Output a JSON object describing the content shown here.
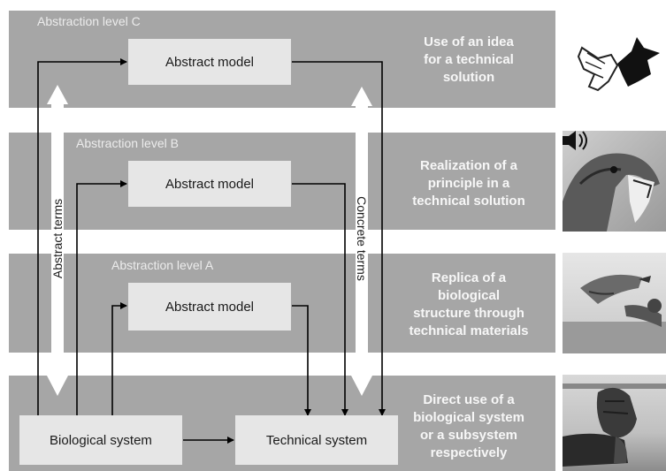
{
  "levels": {
    "c": {
      "title": "Abstraction level C",
      "box": "Abstract model",
      "description": "Use of an idea\nfor a technical\nsolution"
    },
    "b": {
      "title": "Abstraction level B",
      "box": "Abstract model",
      "description": "Realization of a\nprinciple in a\ntechnical solution"
    },
    "a": {
      "title": "Abstraction level A",
      "box": "Abstract model",
      "description": "Replica of a\nbiological\nstructure through\ntechnical materials"
    },
    "base": {
      "description": "Direct use of a\nbiological system\nor a subsystem\nrespectively"
    }
  },
  "nodes": {
    "biological": "Biological system",
    "technical": "Technical system"
  },
  "axes": {
    "abstract": "Abstract terms",
    "concrete": "Concrete terms"
  },
  "colors": {
    "band": "#a6a6a6",
    "box": "#e6e6e6",
    "arrow": "#000000",
    "axis_arrow": "#ffffff"
  },
  "images": [
    "hand-shadow-bird-image",
    "eagle-head-image",
    "falcon-on-glove-image",
    "falcon-on-arm-image"
  ]
}
